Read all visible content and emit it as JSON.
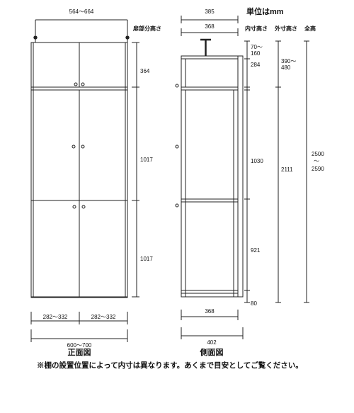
{
  "front": {
    "top_width": "564〜664",
    "upper_height": "364",
    "middle_height": "1017",
    "lower_height": "1017",
    "left_door_width": "282〜332",
    "right_door_width": "282〜332",
    "total_width": "600〜700",
    "title": "正面図"
  },
  "side": {
    "unit": "単位はmm",
    "top_depth": "385",
    "inner_depth": "368",
    "bottom_inner_depth": "368",
    "bottom_depth": "402",
    "title": "側面図",
    "headers": {
      "beam": "扉部分高さ",
      "inner": "内寸高さ",
      "outer": "外寸高さ",
      "total": "全高"
    },
    "inner_top_line1": "70〜",
    "inner_top_line2": "160",
    "inner_upper": "284",
    "inner_middle": "1030",
    "inner_lower": "921",
    "inner_bottom": "80",
    "outer_upper_line1": "390〜",
    "outer_upper_line2": "480",
    "outer_main": "2111",
    "total_line1": "2500",
    "total_line2": "〜",
    "total_line3": "2590"
  },
  "note": "※棚の設置位置によって内寸は異なります。あくまで目安としてご覧ください。"
}
